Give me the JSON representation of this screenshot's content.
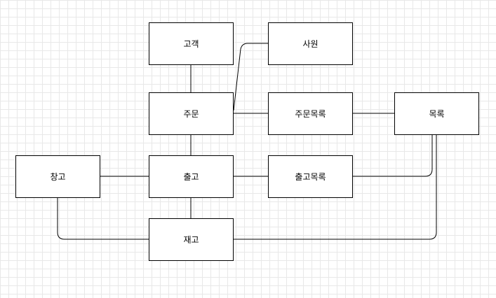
{
  "diagram": {
    "nodes": [
      {
        "id": "customer",
        "label": "고객"
      },
      {
        "id": "employee",
        "label": "사원"
      },
      {
        "id": "order",
        "label": "주문"
      },
      {
        "id": "order_items",
        "label": "주문목록"
      },
      {
        "id": "catalog",
        "label": "목록"
      },
      {
        "id": "warehouse",
        "label": "창고"
      },
      {
        "id": "shipment",
        "label": "출고"
      },
      {
        "id": "shipment_items",
        "label": "출고목록"
      },
      {
        "id": "inventory",
        "label": "재고"
      }
    ],
    "edges": [
      {
        "from": "customer",
        "to": "order"
      },
      {
        "from": "order",
        "to": "employee"
      },
      {
        "from": "order",
        "to": "order_items"
      },
      {
        "from": "order_items",
        "to": "catalog"
      },
      {
        "from": "order",
        "to": "shipment"
      },
      {
        "from": "warehouse",
        "to": "shipment"
      },
      {
        "from": "shipment",
        "to": "shipment_items"
      },
      {
        "from": "shipment_items",
        "to": "catalog"
      },
      {
        "from": "shipment",
        "to": "inventory"
      },
      {
        "from": "warehouse",
        "to": "inventory"
      },
      {
        "from": "catalog",
        "to": "inventory"
      }
    ],
    "colors": {
      "background": "#ffffff",
      "grid": "#e8e8e8",
      "stroke": "#000000",
      "text": "#000000"
    }
  }
}
